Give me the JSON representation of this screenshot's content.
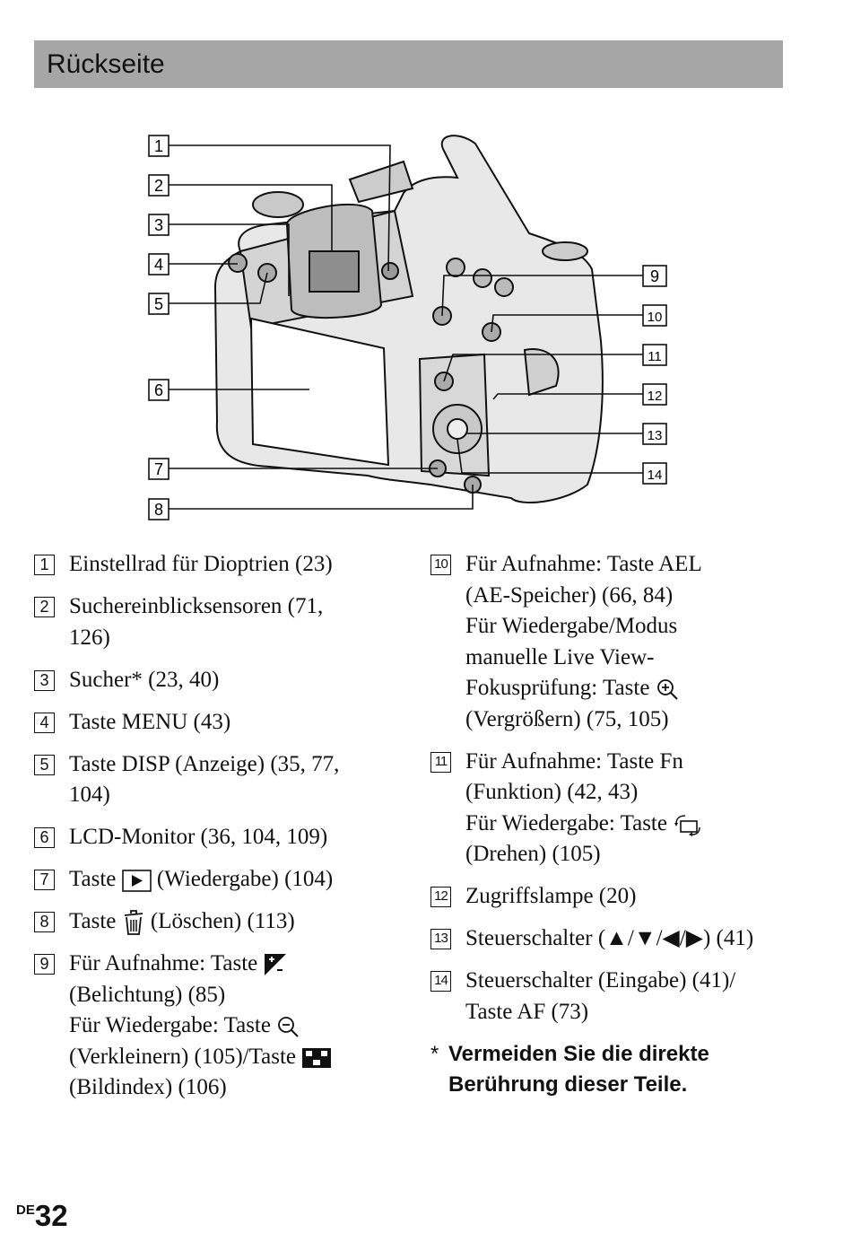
{
  "header": {
    "title": "Rückseite"
  },
  "figure": {
    "callouts": [
      "1",
      "2",
      "3",
      "4",
      "5",
      "6",
      "7",
      "8",
      "9",
      "10",
      "11",
      "12",
      "13",
      "14"
    ]
  },
  "items": [
    {
      "num": "1",
      "lines": [
        "Einstellrad für Dioptrien (23)"
      ]
    },
    {
      "num": "2",
      "lines": [
        "Suchereinblicksensoren (71,",
        "126)"
      ]
    },
    {
      "num": "3",
      "lines": [
        "Sucher* (23, 40)"
      ]
    },
    {
      "num": "4",
      "lines": [
        "Taste MENU (43)"
      ]
    },
    {
      "num": "5",
      "lines": [
        "Taste DISP (Anzeige) (35, 77,",
        "104)"
      ]
    },
    {
      "num": "6",
      "lines": [
        "LCD-Monitor (36, 104, 109)"
      ]
    },
    {
      "num": "7",
      "pre": "Taste",
      "post": "(Wiedergabe) (104)"
    },
    {
      "num": "8",
      "pre": "Taste",
      "post": "(Löschen) (113)"
    },
    {
      "num": "9",
      "l1": "Für Aufnahme: Taste",
      "l2": "(Belichtung) (85)",
      "l3": "Für Wiedergabe: Taste",
      "l4": "(Verkleinern) (105)/Taste",
      "l5": "(Bildindex) (106)"
    },
    {
      "num": "10",
      "l1": "Für Aufnahme: Taste AEL",
      "l2": "(AE-Speicher) (66, 84)",
      "l3": "Für Wiedergabe/Modus",
      "l4": "manuelle Live View-",
      "l5": "Fokusprüfung: Taste",
      "l6": "(Vergrößern) (75, 105)"
    },
    {
      "num": "11",
      "l1": "Für Aufnahme: Taste Fn",
      "l2": "(Funktion) (42, 43)",
      "l3": "Für Wiedergabe: Taste",
      "l4": "(Drehen) (105)"
    },
    {
      "num": "12",
      "lines": [
        "Zugriffslampe (20)"
      ]
    },
    {
      "num": "13",
      "lines": [
        "Steuerschalter (▲/▼/◀/▶) (41)"
      ]
    },
    {
      "num": "14",
      "lines": [
        "Steuerschalter (Eingabe) (41)/",
        "Taste AF (73)"
      ]
    }
  ],
  "note": {
    "star": "*",
    "text1": "Vermeiden Sie die direkte",
    "text2": "Berührung dieser Teile."
  },
  "page": {
    "prefix": "DE",
    "number": "32"
  }
}
